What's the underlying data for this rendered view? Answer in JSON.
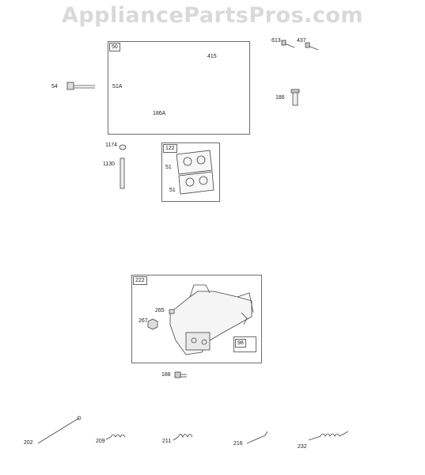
{
  "watermark": "AppliancePartsPros.com",
  "boxes": {
    "intake": "50",
    "gasket": "122",
    "bracket": "222",
    "inset": "98"
  },
  "parts": {
    "p54": "54",
    "p51a": "51A",
    "p415": "415",
    "p186a": "186A",
    "p613": "613",
    "p437": "437",
    "p186": "186",
    "p1174": "1174",
    "p1130": "1130",
    "p51_top": "51",
    "p51_bottom": "51",
    "p265": "265",
    "p267": "267",
    "p188": "188",
    "p202": "202",
    "p209": "209",
    "p211": "211",
    "p216": "216",
    "p232": "232"
  }
}
